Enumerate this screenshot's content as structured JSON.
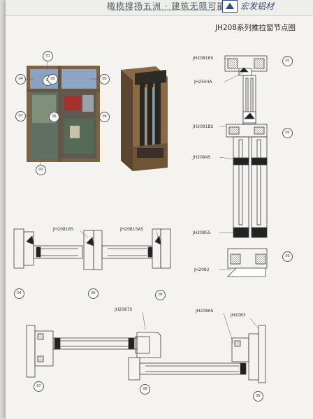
{
  "header": {
    "slogan_cn": "橄榄撑扬五洲 · 建筑无限可能",
    "slogan_en": "OLIVE SHINE THE WORLD  CONSTRUCT LIMITLESS POSSIBILITY",
    "brand": "宏发铝材"
  },
  "title": "JH208系列推拉窗节点图",
  "window_callouts": [
    "01",
    "02",
    "03",
    "04",
    "05",
    "06",
    "07",
    "08",
    "09"
  ],
  "section_numbers": [
    "01",
    "02",
    "03",
    "04",
    "05",
    "06",
    "07",
    "08",
    "09"
  ],
  "part_labels": {
    "jh20816s": "JH20816S",
    "jh2504a": "JH2504A",
    "jh2081bs": "JH2081BS",
    "jh2084s": "JH2084S",
    "jh2085s": "JH2085S",
    "jh2082": "JH2082",
    "jh20818s": "JH20818S",
    "jh20815as": "JH20815AS",
    "jh2087s": "JH2087S",
    "jh2086s": "JH2086S",
    "jh2083": "JH2083"
  },
  "colors": {
    "frame_bronze": "#7a6446",
    "glass_blue": "#8aa2c0",
    "line": "#3c3c3c"
  }
}
